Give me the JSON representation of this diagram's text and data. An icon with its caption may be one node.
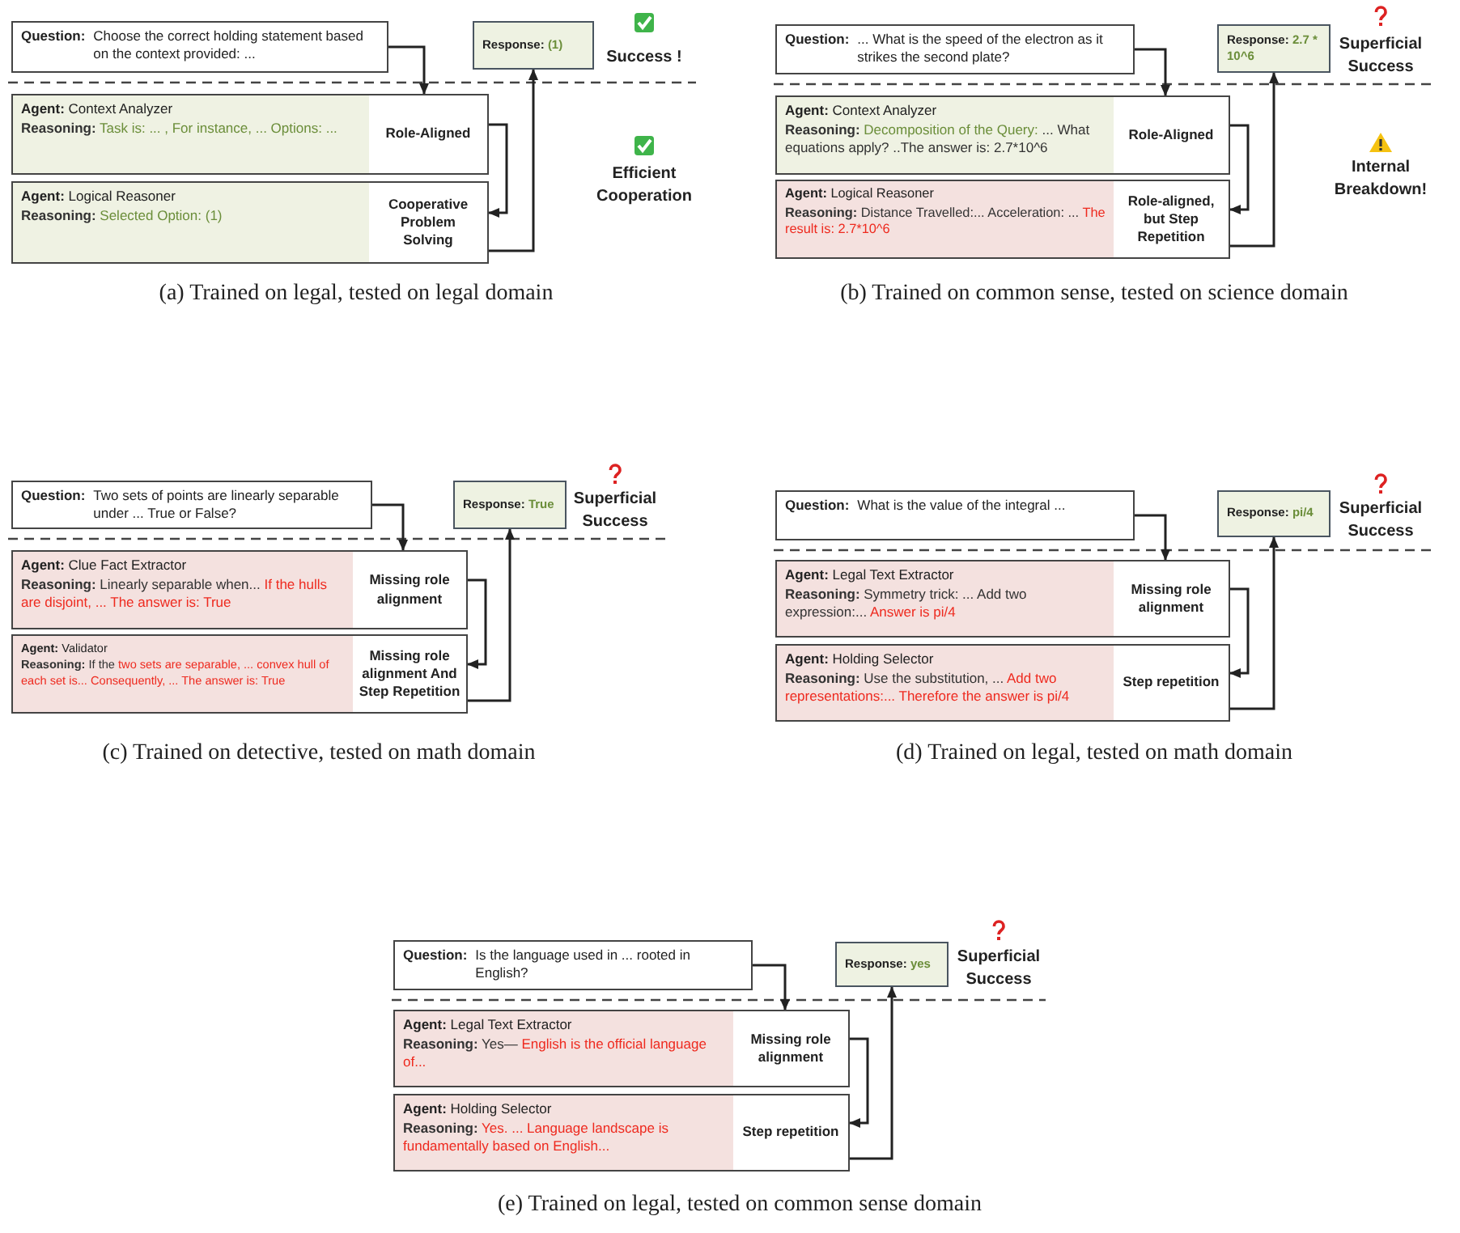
{
  "diagram": {
    "nodes": [
      {
        "text": [
          "Question:",
          "Choose the correct holding statement based on the context provided: ..."
        ]
      },
      {
        "text": [
          "Response:",
          "(1)"
        ]
      },
      {
        "text": [
          "**Agent:** Context Analyzer",
          "**Reasoning:**",
          "Task is: ... , For instance, ... Options: ...",
          "Role-Aligned"
        ]
      },
      {
        "text": [
          "**Agent:** Logical Reasoner",
          "**Reasoning:**",
          "Selected Option: (1)",
          "Cooperative Problem Solving"
        ]
      },
      {
        "text": [
          "Question:",
          "... What is the speed of the electron as it strikes the second plate?"
        ]
      },
      {
        "text": [
          "Response:",
          "2.7 * 10^6"
        ]
      },
      {
        "text": [
          "**Agent:** Context Analyzer",
          "**Reasoning:**",
          "Decomposition of the Query:",
          "... What equations apply? ..The answer is: 2.7*10^6",
          "Role-Aligned"
        ]
      },
      {
        "text": [
          "**Agent:** Logical Reasoner",
          "**Reasoning:** Distance Travelled:... Acceleration: ...",
          "The result is: 2.7*10^6",
          "Role-aligned, but Step Repetition"
        ]
      },
      {
        "text": [
          "Question:",
          "Two sets of points are linearly separable under ... True or False?"
        ]
      },
      {
        "text": [
          "Response:",
          "True"
        ]
      },
      {
        "text": [
          "**Agent:** Clue Fact Extractor",
          "**Reasoning:** Linearly separable when...",
          "If the hulls are disjoint, ... The answer is: True",
          "Missing role alignment"
        ]
      },
      {
        "text": [
          "**Agent:** Validator",
          "**Reasoning:** If the",
          "two sets are separable, ... convex hull of each set is... Consequently, ... The answer is: True",
          "Missing role alignment And Step Repetition"
        ]
      },
      {
        "text": [
          "Question:",
          "What is the value of the integral ..."
        ]
      },
      {
        "text": [
          "Response:",
          "pi/4"
        ]
      },
      {
        "text": [
          "**Agent:** Legal Text Extractor",
          "**Reasoning:** Symmetry trick: ... Add two expression:...",
          "Answer is pi/4",
          "Missing role alignment"
        ]
      },
      {
        "text": [
          "**Agent:** Holding Selector",
          "**Reasoning:** Use the substitution, ...",
          "Add two representations:... Therefore the answer is pi/4",
          "Step repetition"
        ]
      },
      {
        "text": [
          "Question:",
          "Is the language used in ... rooted in English?"
        ]
      },
      {
        "text": [
          "Response:",
          "yes"
        ]
      },
      {
        "text": [
          "**Agent:** Legal Text Extractor",
          "**Reasoning:** Yes—",
          "English is the official language of...",
          "Missing role alignment"
        ]
      },
      {
        "text": [
          "**Agent:** Holding Selector",
          "**Reasoning:**",
          "Yes. ... Language landscape is fundamentally based on English...",
          "Step repetition"
        ]
      }
    ],
    "edges": [
      {
        "from": 0,
        "to": 2,
        "arrow": "to"
      },
      {
        "from": 2,
        "to": 3,
        "arrow": "to"
      },
      {
        "from": 3,
        "to": 1,
        "arrow": "to"
      },
      {
        "from": 4,
        "to": 6,
        "arrow": "to"
      },
      {
        "from": 6,
        "to": 7,
        "arrow": "to"
      },
      {
        "from": 7,
        "to": 5,
        "arrow": "to"
      },
      {
        "from": 8,
        "to": 10,
        "arrow": "to"
      },
      {
        "from": 10,
        "to": 11,
        "arrow": "to"
      },
      {
        "from": 11,
        "to": 9,
        "arrow": "to"
      },
      {
        "from": 12,
        "to": 14,
        "arrow": "to"
      },
      {
        "from": 14,
        "to": 15,
        "arrow": "to"
      },
      {
        "from": 15,
        "to": 13,
        "arrow": "to"
      },
      {
        "from": 16,
        "to": 18,
        "arrow": "to"
      },
      {
        "from": 18,
        "to": 19,
        "arrow": "to"
      },
      {
        "from": 19,
        "to": 17,
        "arrow": "to"
      }
    ],
    "labels": [
      "Success !",
      "Efficient Cooperation",
      "(a) Trained on legal, tested on legal domain",
      "Superficial Success",
      "Internal Breakdown!",
      "(b) Trained on common sense, tested on science domain",
      "Superficial Success",
      "(c) Trained on detective, tested on math domain",
      "Superficial Success",
      "(d) Trained on legal, tested on math domain",
      "Superficial Success",
      "(e) Trained on legal, tested on common sense domain"
    ]
  }
}
